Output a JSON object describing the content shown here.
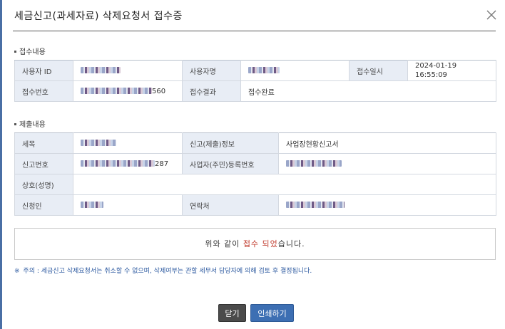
{
  "dialog": {
    "title": "세금신고(과세자료) 삭제요청서 접수증",
    "close_icon": "close-icon"
  },
  "receipt": {
    "section_title": "접수내용",
    "user_id_label": "사용자 ID",
    "user_name_label": "사용자명",
    "received_at_label": "접수일시",
    "received_at_value": "2024-01-19 16:55:09",
    "receipt_no_label": "접수번호",
    "receipt_no_suffix": "560",
    "result_label": "접수결과",
    "result_value": "접수완료"
  },
  "submission": {
    "section_title": "제출내용",
    "tax_item_label": "세목",
    "report_info_label": "신고(제출)정보",
    "report_info_value": "사업장현황신고서",
    "report_no_label": "신고번호",
    "report_no_suffix": "287",
    "biz_reg_no_label": "사업자(주민)등록번호",
    "company_label": "상호(성명)",
    "applicant_label": "신청인",
    "contact_label": "연락처"
  },
  "notice": {
    "before": "위와 같이",
    "highlight": "접수 되었",
    "after": "습니다."
  },
  "caution": {
    "mark": "※",
    "text": "주의 : 세금신고 삭제요청서는 취소할 수 없으며, 삭제여부는 관할 세무서 담당자에 의해 검토 후 결정됩니다."
  },
  "buttons": {
    "close_label": "닫기",
    "print_label": "인쇄하기"
  },
  "colors": {
    "label_bg": "#e8edf5",
    "highlight_red": "#c0392b",
    "caution_blue": "#2d5aa0",
    "print_button": "#3d6fb3",
    "close_button": "#4b4b4b"
  }
}
